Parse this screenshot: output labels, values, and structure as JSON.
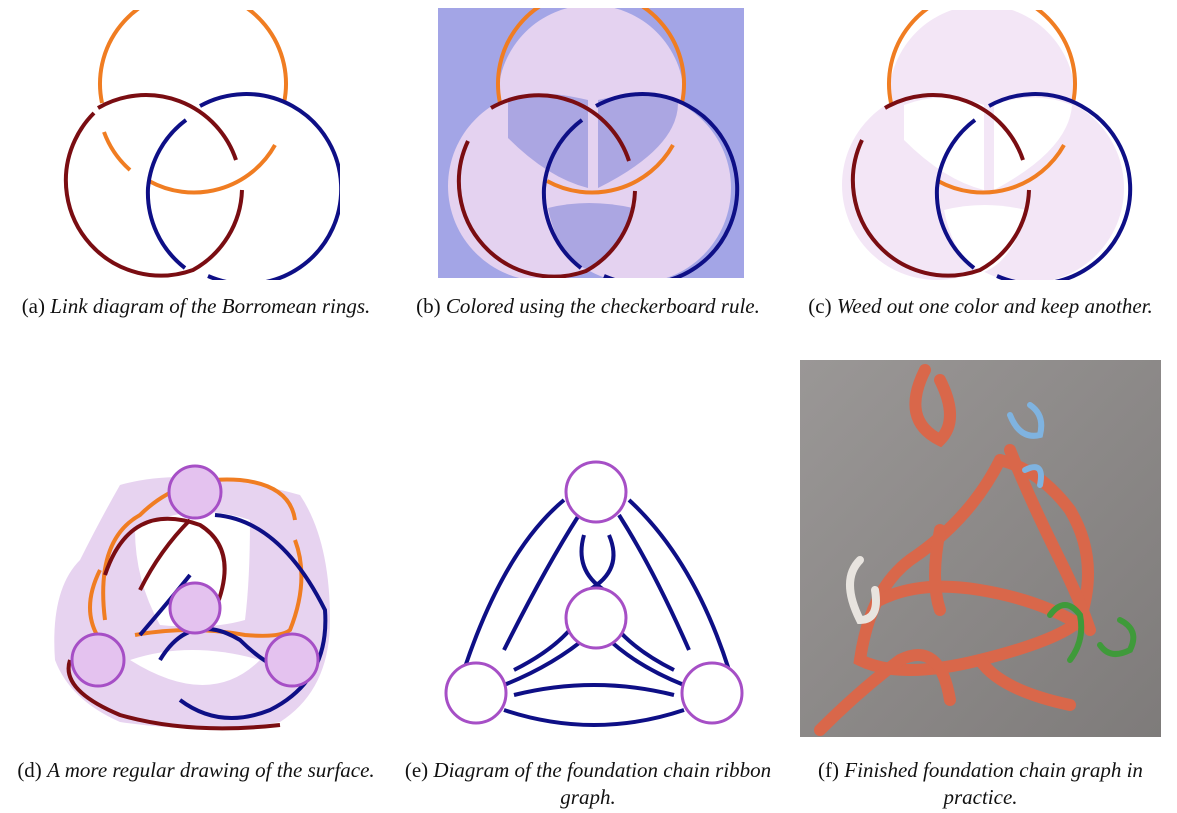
{
  "figure": {
    "panels": [
      {
        "label": "(a)",
        "text": "Link diagram of the Borromean rings."
      },
      {
        "label": "(b)",
        "text": "Colored using the checkerboard rule."
      },
      {
        "label": "(c)",
        "text": "Weed out one color and keep another."
      },
      {
        "label": "(d)",
        "text": "A more regular drawing of the surface."
      },
      {
        "label": "(e)",
        "text": "Diagram of the foundation chain ribbon graph."
      },
      {
        "label": "(f)",
        "text": "Finished foundation chain graph in practice."
      }
    ],
    "colors": {
      "orange": "#f07d22",
      "maroon": "#7a0d12",
      "navy": "#0e0f86",
      "violet": "#a64fc6",
      "lavender_fill": "#e7d3f0",
      "lavender_light": "#f3e6f6",
      "periwinkle": "#a3a5e6",
      "periwinkle_dark": "#9897dd",
      "yarn": "#d9674a",
      "photo_bg": "#8e8b8a"
    },
    "icons": {
      "photo": "crochet-yarn-photo"
    }
  }
}
